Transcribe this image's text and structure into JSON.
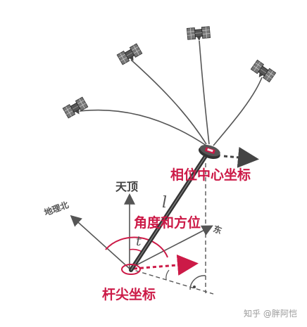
{
  "labels": {
    "phase_center": "相位中心坐标",
    "zenith": "天顶",
    "geo_north": "地理北",
    "angle_azimuth": "角度和方位",
    "east": "东",
    "tip": "杆尖坐标",
    "l": "l",
    "t": "t"
  },
  "watermark": "知乎 @胖阿恺",
  "colors": {
    "accent": "#cc1a47",
    "line": "#555555"
  },
  "icons": [
    "satellite-icon",
    "gnss-receiver-icon"
  ]
}
